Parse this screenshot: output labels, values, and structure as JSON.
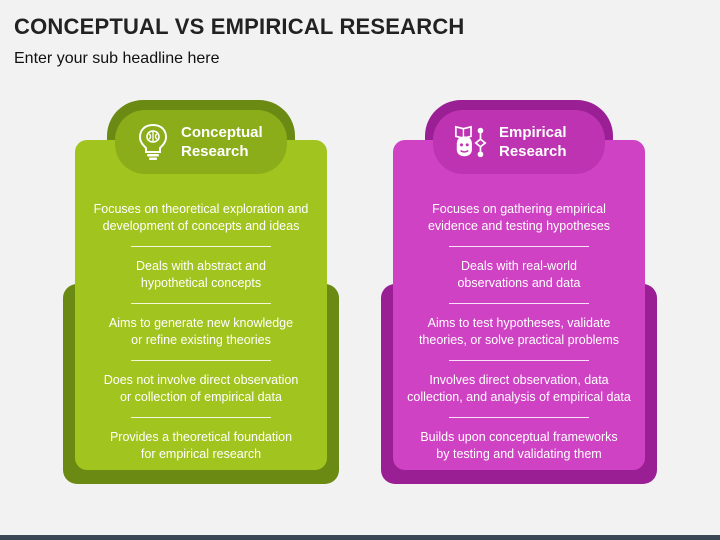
{
  "title": "CONCEPTUAL VS EMPIRICAL RESEARCH",
  "subtitle": "Enter your sub headline here",
  "colors": {
    "conceptual_dark": "#6a8a14",
    "conceptual_light": "#a2c41e",
    "empirical_dark": "#9b1f94",
    "empirical_light": "#cf42c3",
    "footer_bar": "#3a4556"
  },
  "conceptual": {
    "icon": "lightbulb-brain-icon",
    "label_line1": "Conceptual",
    "label_line2": "Research",
    "items": [
      {
        "l1": "Focuses on theoretical exploration and",
        "l2": "development of concepts and ideas"
      },
      {
        "l1": "Deals with abstract and",
        "l2": "hypothetical concepts"
      },
      {
        "l1": "Aims to generate new knowledge",
        "l2": "or refine existing theories"
      },
      {
        "l1": "Does not involve direct observation",
        "l2": "or collection of empirical data"
      },
      {
        "l1": "Provides a theoretical foundation",
        "l2": "for empirical research"
      }
    ]
  },
  "empirical": {
    "icon": "head-book-icon",
    "label_line1": "Empirical",
    "label_line2": "Research",
    "items": [
      {
        "l1": "Focuses on gathering empirical",
        "l2": "evidence and testing hypotheses"
      },
      {
        "l1": "Deals with real-world",
        "l2": "observations and data"
      },
      {
        "l1": "Aims to test hypotheses, validate",
        "l2": "theories, or solve practical problems"
      },
      {
        "l1": "Involves direct observation, data",
        "l2": "collection, and analysis of empirical data"
      },
      {
        "l1": "Builds upon conceptual frameworks",
        "l2": "by testing and validating them"
      }
    ]
  }
}
